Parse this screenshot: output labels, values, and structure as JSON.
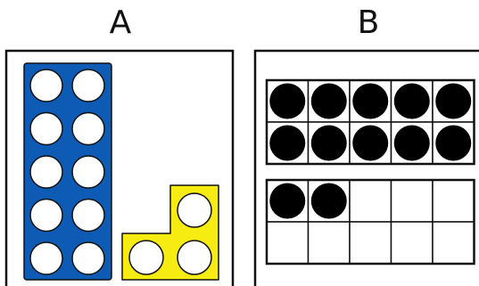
{
  "panels": {
    "a": {
      "label": "A",
      "stick_ten": {
        "color": "#0d5bb5",
        "holes": 10
      },
      "stick_three": {
        "color": "#f7ec12",
        "holes": 3
      }
    },
    "b": {
      "label": "B",
      "ten_frames": [
        {
          "filled": 10,
          "cells": 10
        },
        {
          "filled": 2,
          "cells": 10
        }
      ],
      "counter_color": "#000000"
    }
  }
}
